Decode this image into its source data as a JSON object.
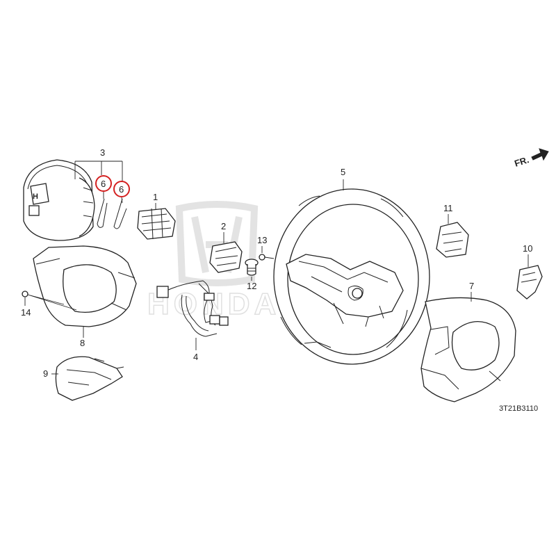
{
  "watermark": {
    "brand": "HONDA"
  },
  "orientation": {
    "label": "FR."
  },
  "diagram_code": "3T21B3110",
  "callouts": {
    "p1": "1",
    "p2": "2",
    "p3": "3",
    "p4": "4",
    "p5": "5",
    "p6a": "6",
    "p6b": "6",
    "p7": "7",
    "p8": "8",
    "p9": "9",
    "p10": "10",
    "p11": "11",
    "p12": "12",
    "p13": "13",
    "p14": "14"
  },
  "highlighted_parts": [
    "6"
  ],
  "colors": {
    "highlight": "#d42020",
    "line": "#222222",
    "watermark": "#e0e0e0"
  }
}
